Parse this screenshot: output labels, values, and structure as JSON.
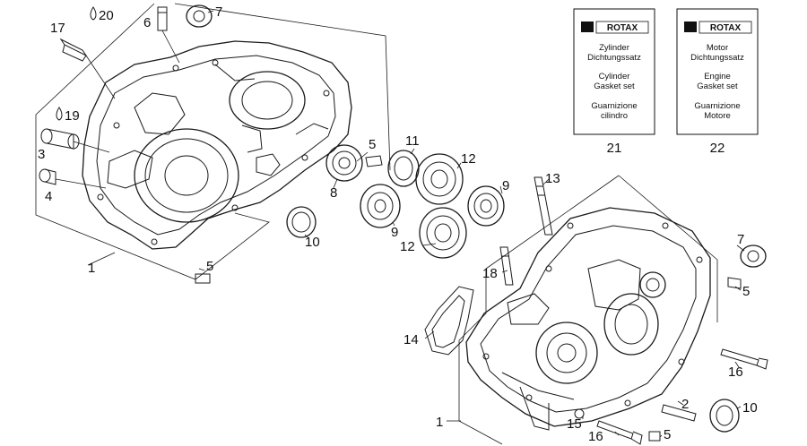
{
  "callouts": {
    "n1a": "1",
    "n1b": "1",
    "n2": "2",
    "n3": "3",
    "n4": "4",
    "n5a": "5",
    "n5b": "5",
    "n5c": "5",
    "n5d": "5",
    "n6": "6",
    "n7a": "7",
    "n7b": "7",
    "n8": "8",
    "n9a": "9",
    "n9b": "9",
    "n10a": "10",
    "n10b": "10",
    "n11": "11",
    "n12a": "12",
    "n12b": "12",
    "n13": "13",
    "n14": "14",
    "n15": "15",
    "n16a": "16",
    "n16b": "16",
    "n17": "17",
    "n18": "18",
    "n19": "19",
    "n20": "20"
  },
  "kits": [
    {
      "brand": "ROTAX",
      "lines": [
        "Zylinder",
        "Dichtungssatz",
        "Cylinder",
        "Gasket set",
        "Guarnizione",
        "cilindro"
      ],
      "number": "21"
    },
    {
      "brand": "ROTAX",
      "lines": [
        "Motor",
        "Dichtungssatz",
        "Engine",
        "Gasket set",
        "Guarnizione",
        "Motore"
      ],
      "number": "22"
    }
  ]
}
